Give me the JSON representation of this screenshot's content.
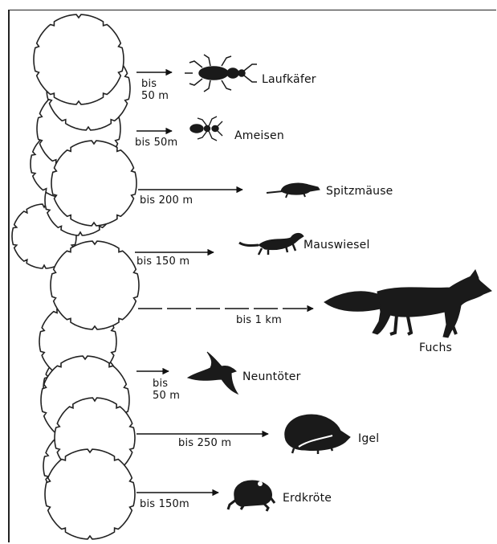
{
  "animals": [
    {
      "id": "laufkaefer",
      "name": "Laufkäfer",
      "distance": [
        "bis",
        "50 m"
      ],
      "icon": "beetle-icon"
    },
    {
      "id": "ameisen",
      "name": "Ameisen",
      "distance": [
        "bis 50m"
      ],
      "icon": "ant-icon"
    },
    {
      "id": "spitzmaeuse",
      "name": "Spitzmäuse",
      "distance": [
        "bis 200 m"
      ],
      "icon": "shrew-icon"
    },
    {
      "id": "mauswiesel",
      "name": "Mauswiesel",
      "distance": [
        "bis 150 m"
      ],
      "icon": "weasel-icon"
    },
    {
      "id": "fuchs",
      "name": "Fuchs",
      "distance": [
        "bis 1 km"
      ],
      "icon": "fox-icon"
    },
    {
      "id": "neuntoeter",
      "name": "Neuntöter",
      "distance": [
        "bis",
        "50 m"
      ],
      "icon": "shrike-icon"
    },
    {
      "id": "igel",
      "name": "Igel",
      "distance": [
        "bis 250 m"
      ],
      "icon": "hedgehog-icon"
    },
    {
      "id": "erdkroete",
      "name": "Erdkröte",
      "distance": [
        "bis 150m"
      ],
      "icon": "toad-icon"
    }
  ]
}
